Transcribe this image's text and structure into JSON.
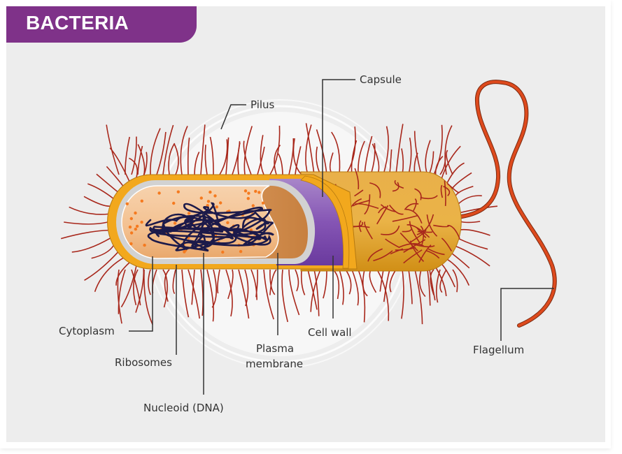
{
  "title": "BACTERIA",
  "colors": {
    "banner": "#7f3289",
    "panel_background": "#ededed",
    "cell_wall": "#f2a81d",
    "capsule": "#e3a02a",
    "cytoplasm": "#f3c08f",
    "plasma_membrane": "#cfcfcf",
    "periplasm_purple": "#7a4aa8",
    "dna": "#1c1a4a",
    "ribosomes": "#f57a1f",
    "pili": "#a8271b",
    "flagellum": "#d8431a",
    "leader_lines": "#333333"
  },
  "labels": {
    "pilus": "Pilus",
    "capsule": "Capsule",
    "cytoplasm": "Cytoplasm",
    "ribosomes": "Ribosomes",
    "nucleoid": "Nucleoid (DNA)",
    "plasma_membrane_line1": "Plasma",
    "plasma_membrane_line2": "membrane",
    "cell_wall": "Cell wall",
    "flagellum": "Flagellum"
  }
}
